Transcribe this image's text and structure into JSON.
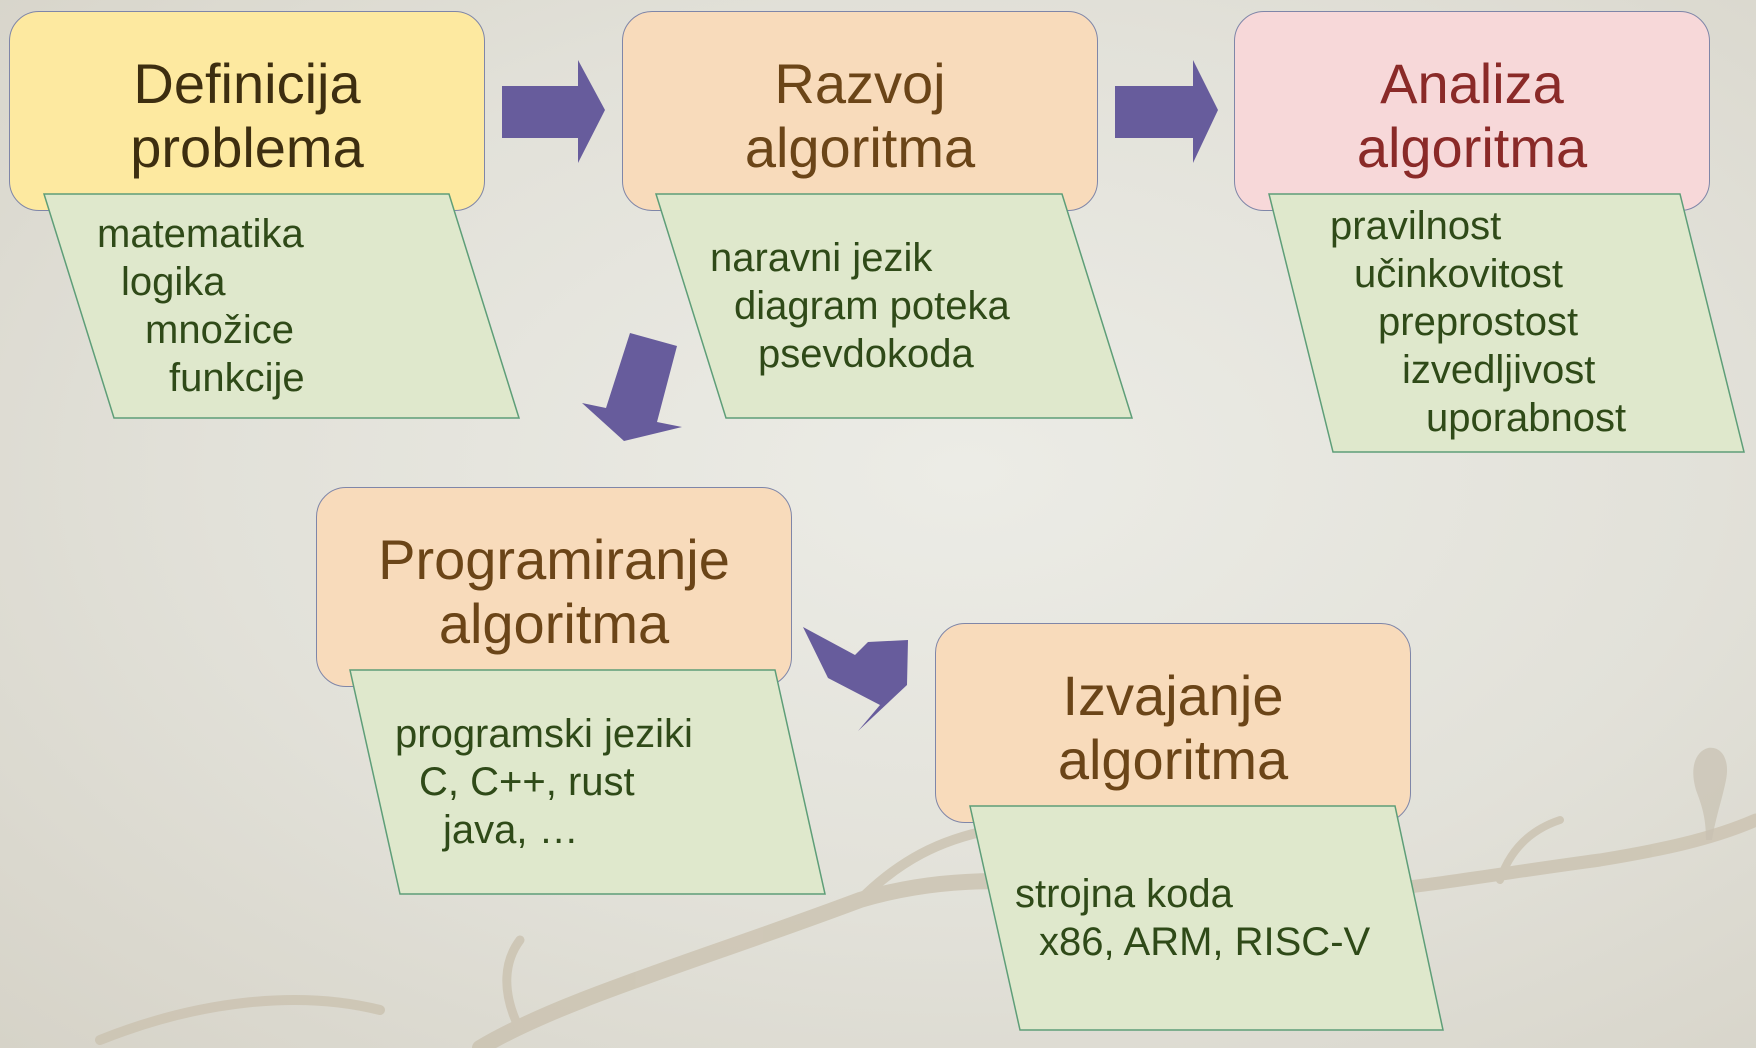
{
  "colors": {
    "arrow": "#675c9c",
    "list_fill": "#dfe8cc",
    "list_stroke": "#5e9e78"
  },
  "steps": [
    {
      "title": [
        "Definicija",
        "problema"
      ],
      "items": [
        "matematika",
        "logika",
        "množice",
        "funkcije"
      ]
    },
    {
      "title": [
        "Razvoj",
        "algoritma"
      ],
      "items": [
        "naravni jezik",
        "diagram poteka",
        "psevdokoda"
      ]
    },
    {
      "title": [
        "Analiza",
        "algoritma"
      ],
      "items": [
        "pravilnost",
        "učinkovitost",
        "preprostost",
        "izvedljivost",
        "uporabnost"
      ]
    },
    {
      "title": [
        "Programiranje",
        "algoritma"
      ],
      "items": [
        "programski jeziki",
        "C, C++, rust",
        "java, …"
      ]
    },
    {
      "title": [
        "Izvajanje",
        "algoritma"
      ],
      "items": [
        "strojna koda",
        "x86, ARM, RISC-V"
      ]
    }
  ]
}
